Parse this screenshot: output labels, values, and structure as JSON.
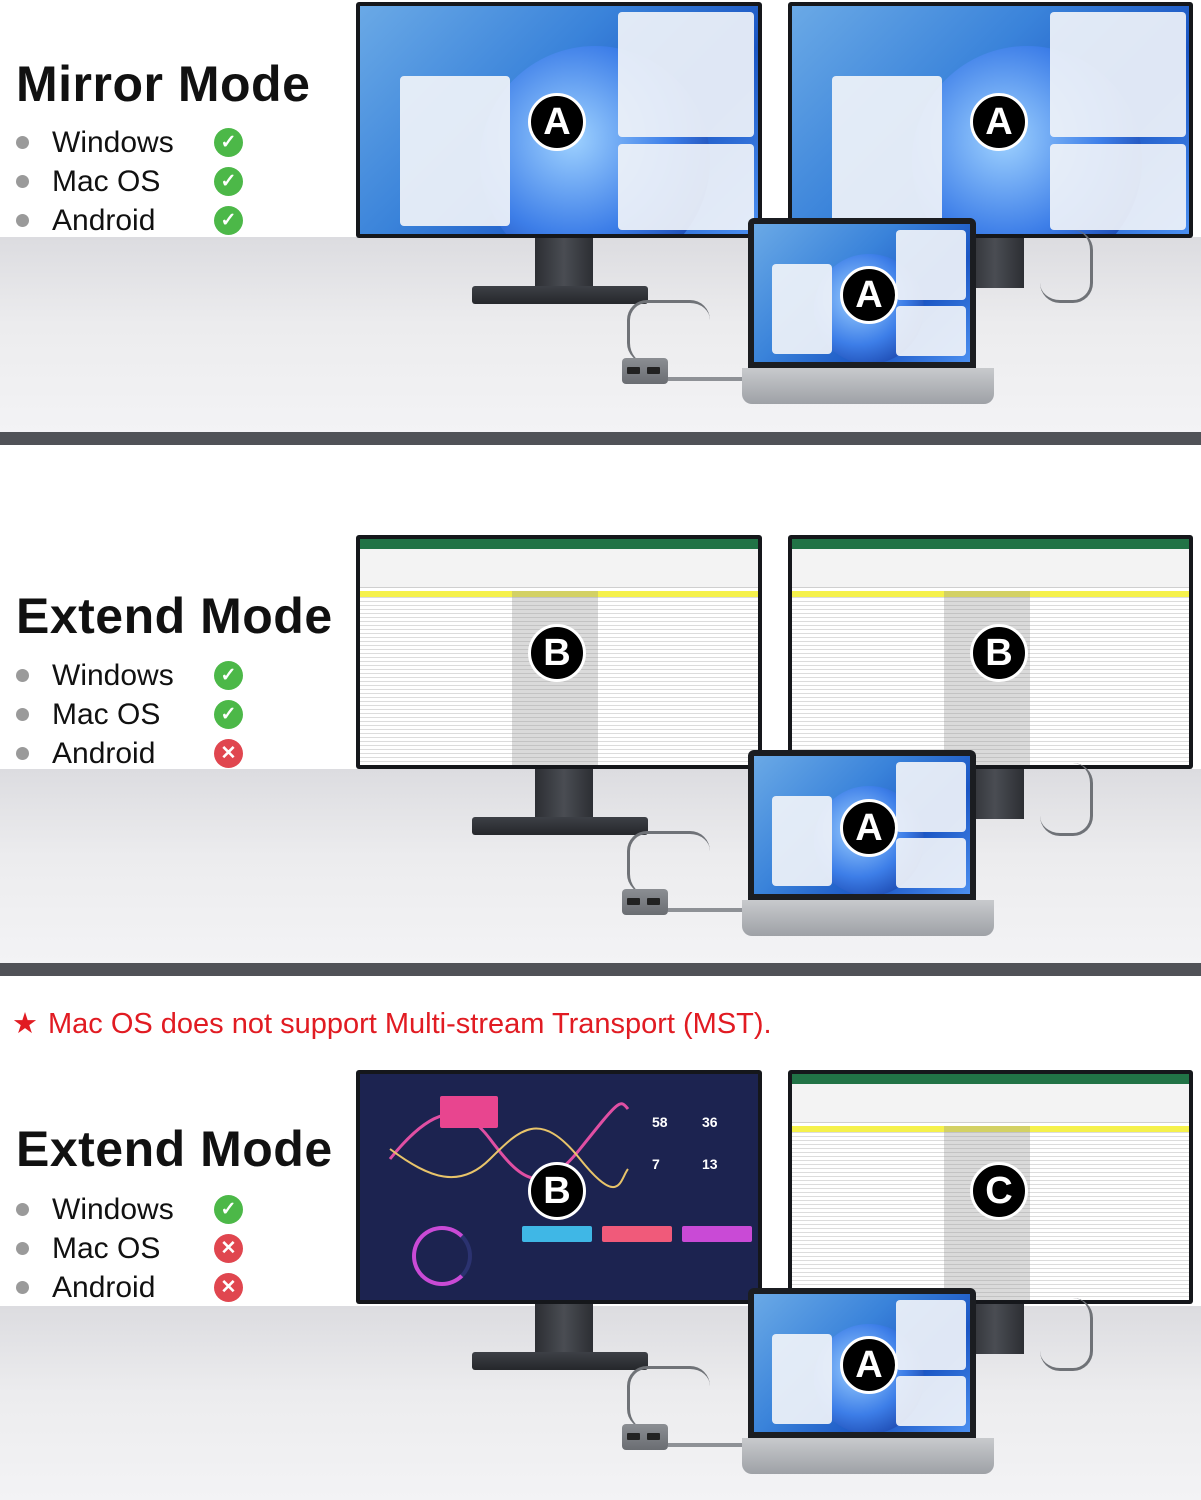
{
  "sections": [
    {
      "title": "Mirror Mode",
      "os": [
        {
          "name": "Windows",
          "supported": true
        },
        {
          "name": "Mac OS",
          "supported": true
        },
        {
          "name": "Android",
          "supported": true
        }
      ],
      "left_screen_label": "A",
      "right_screen_label": "A",
      "laptop_label": "A"
    },
    {
      "title": "Extend Mode",
      "os": [
        {
          "name": "Windows",
          "supported": true
        },
        {
          "name": "Mac OS",
          "supported": true
        },
        {
          "name": "Android",
          "supported": false
        }
      ],
      "left_screen_label": "B",
      "right_screen_label": "B",
      "laptop_label": "A"
    },
    {
      "title": "Extend Mode",
      "os": [
        {
          "name": "Windows",
          "supported": true
        },
        {
          "name": "Mac OS",
          "supported": false
        },
        {
          "name": "Android",
          "supported": false
        }
      ],
      "left_screen_label": "B",
      "right_screen_label": "C",
      "laptop_label": "A"
    }
  ],
  "note": {
    "star": "★",
    "text": "Mac OS does not support Multi-stream Transport (MST)."
  },
  "dashboard_numbers": [
    "58",
    "36",
    "7",
    "13"
  ],
  "colors": {
    "supported": "#4cb848",
    "unsupported": "#e0464f",
    "note": "#e11b22",
    "divider": "#505257"
  },
  "icons": {
    "supported": "check-circle-icon",
    "unsupported": "x-circle-icon"
  }
}
